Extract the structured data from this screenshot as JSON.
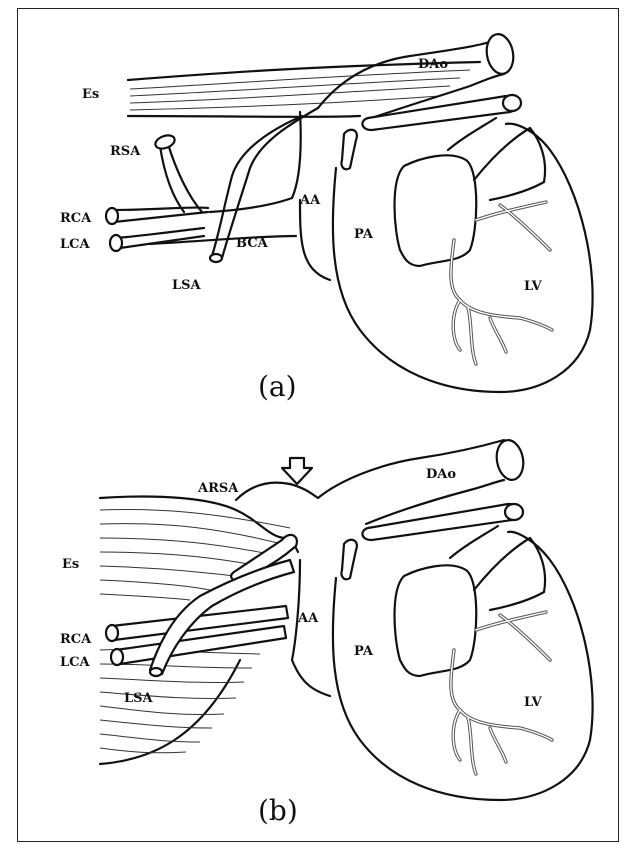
{
  "panels": [
    {
      "caption": "(a)",
      "labels": {
        "es": "Es",
        "dao": "DAo",
        "rsa": "RSA",
        "rca": "RCA",
        "lca": "LCA",
        "aa": "AA",
        "pa": "PA",
        "bca": "BCA",
        "lsa": "LSA",
        "lv": "LV"
      }
    },
    {
      "caption": "(b)",
      "labels": {
        "arsa": "ARSA",
        "dao": "DAo",
        "es": "Es",
        "rca": "RCA",
        "lca": "LCA",
        "aa": "AA",
        "pa": "PA",
        "lsa": "LSA",
        "lv": "LV"
      },
      "marker_icon": "down-arrow-icon"
    }
  ]
}
